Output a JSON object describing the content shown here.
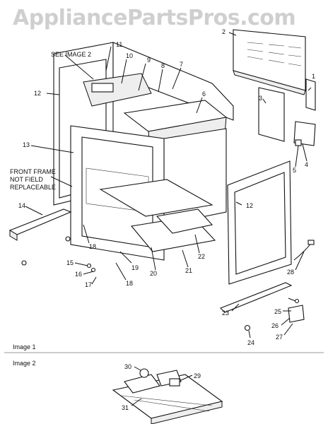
{
  "watermark": "AppliancePartsPros.com",
  "see_note": "SEE IMAGE 2",
  "front_frame_note": [
    "FRONT FRAME",
    "NOT FIELD",
    "REPLACEABLE"
  ],
  "image1_label": "Image 1",
  "image2_label": "Image 2",
  "callouts": [
    "1",
    "2",
    "3",
    "4",
    "5",
    "6",
    "7",
    "8",
    "9",
    "10",
    "11",
    "12",
    "12",
    "13",
    "14",
    "15",
    "16",
    "17",
    "18",
    "18",
    "19",
    "20",
    "21",
    "22",
    "23",
    "24",
    "25",
    "26",
    "27",
    "28",
    "29",
    "30",
    "31"
  ]
}
